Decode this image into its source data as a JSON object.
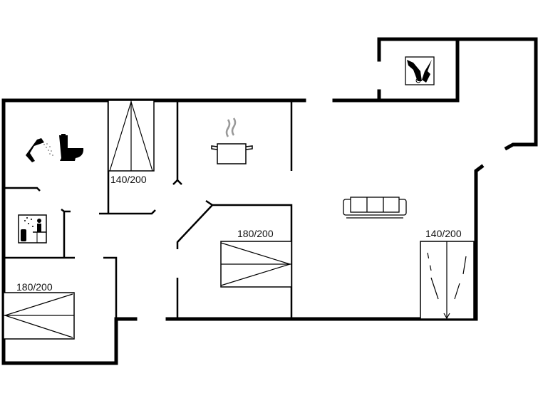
{
  "floorplan": {
    "beds": [
      {
        "id": "bed-top",
        "size": "140/200"
      },
      {
        "id": "bed-middle",
        "size": "180/200"
      },
      {
        "id": "bed-left",
        "size": "180/200"
      },
      {
        "id": "bed-right",
        "size": "140/200"
      }
    ],
    "icons": [
      "shower-icon",
      "toilet-icon",
      "sauna-icon",
      "cooking-pot-icon",
      "sofa-icon",
      "utility-room-icon"
    ]
  }
}
